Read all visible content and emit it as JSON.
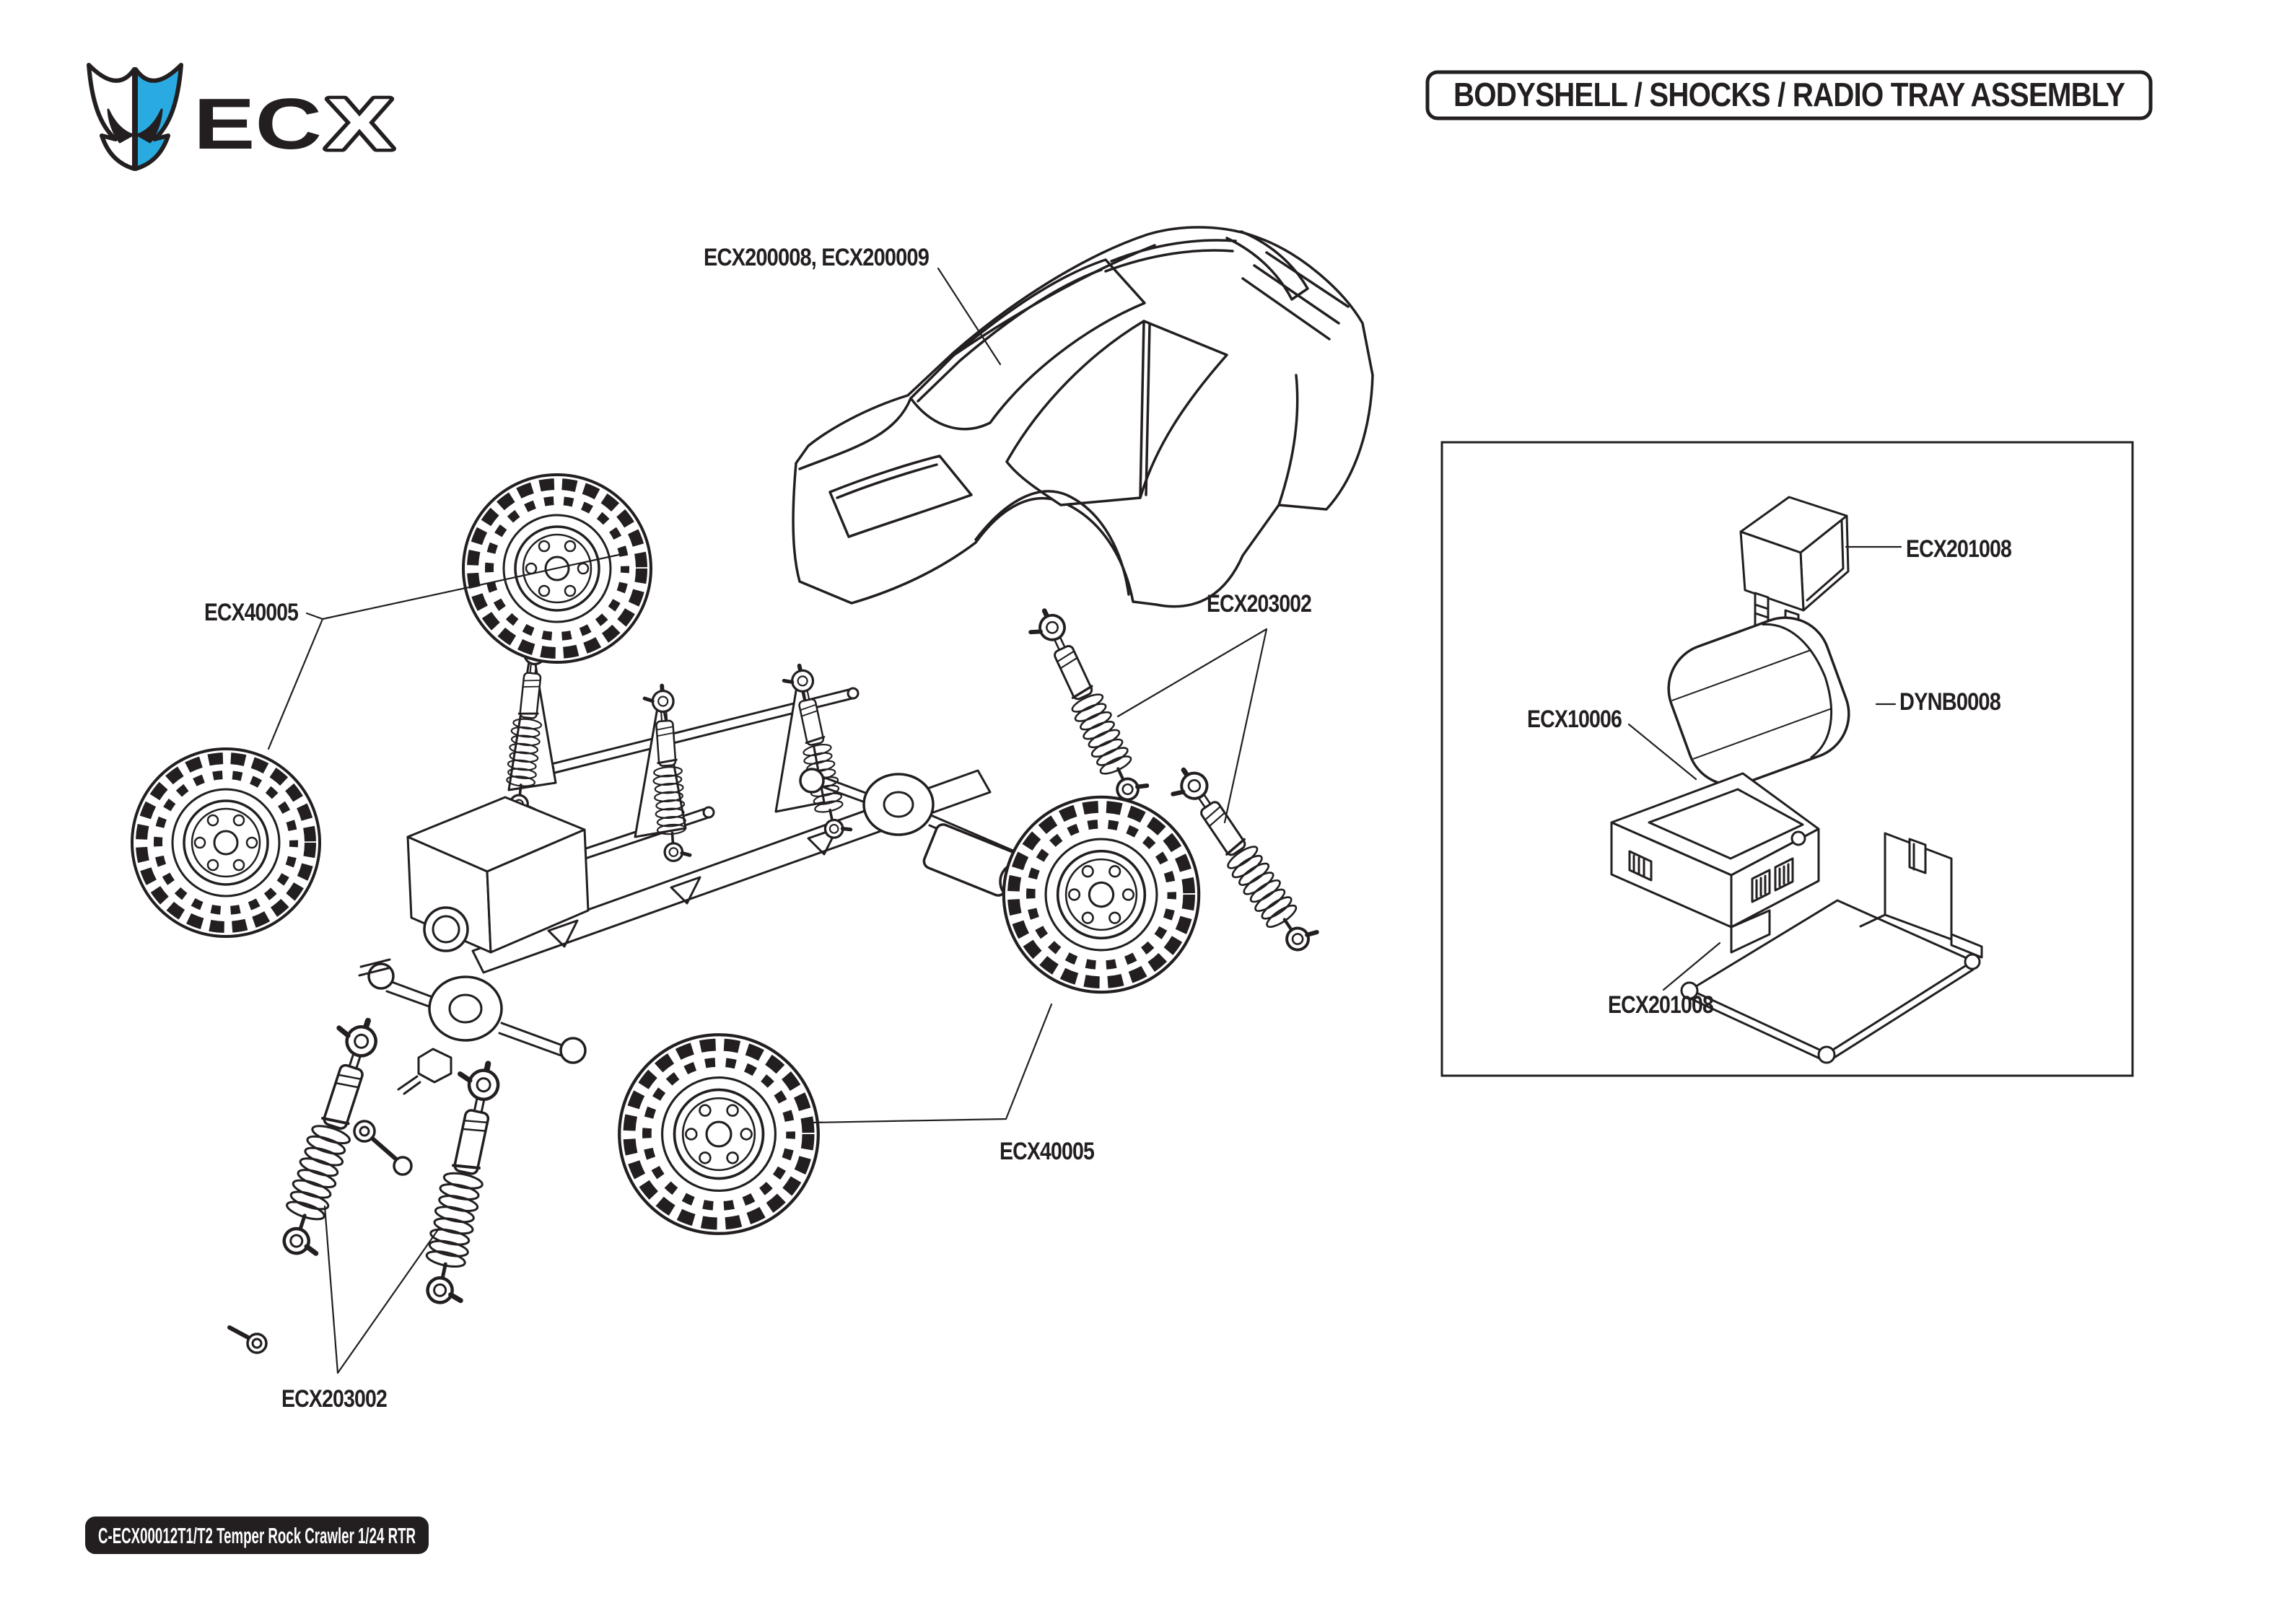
{
  "colors": {
    "line": "#231F20",
    "accent": "#29ABE2"
  },
  "logo": {
    "ec": "EC",
    "x": "X"
  },
  "title_box": {
    "label": "BODYSHELL / SHOCKS / RADIO TRAY ASSEMBLY"
  },
  "footer": {
    "label": "C-ECX00012T1/T2 Temper Rock Crawler 1/24 RTR"
  },
  "part_labels": [
    {
      "id": "bodyshell",
      "text": "ECX200008, ECX200009"
    },
    {
      "id": "wheel-front-left",
      "text": "ECX40005"
    },
    {
      "id": "shocks-right",
      "text": "ECX203002"
    },
    {
      "id": "receiver-cover",
      "text": "ECX201008"
    },
    {
      "id": "battery",
      "text": "DYNB0008"
    },
    {
      "id": "receiver-unit",
      "text": "ECX10006"
    },
    {
      "id": "radio-tray",
      "text": "ECX201008"
    },
    {
      "id": "wheel-rear",
      "text": "ECX40005"
    },
    {
      "id": "shocks-front",
      "text": "ECX203002"
    }
  ]
}
